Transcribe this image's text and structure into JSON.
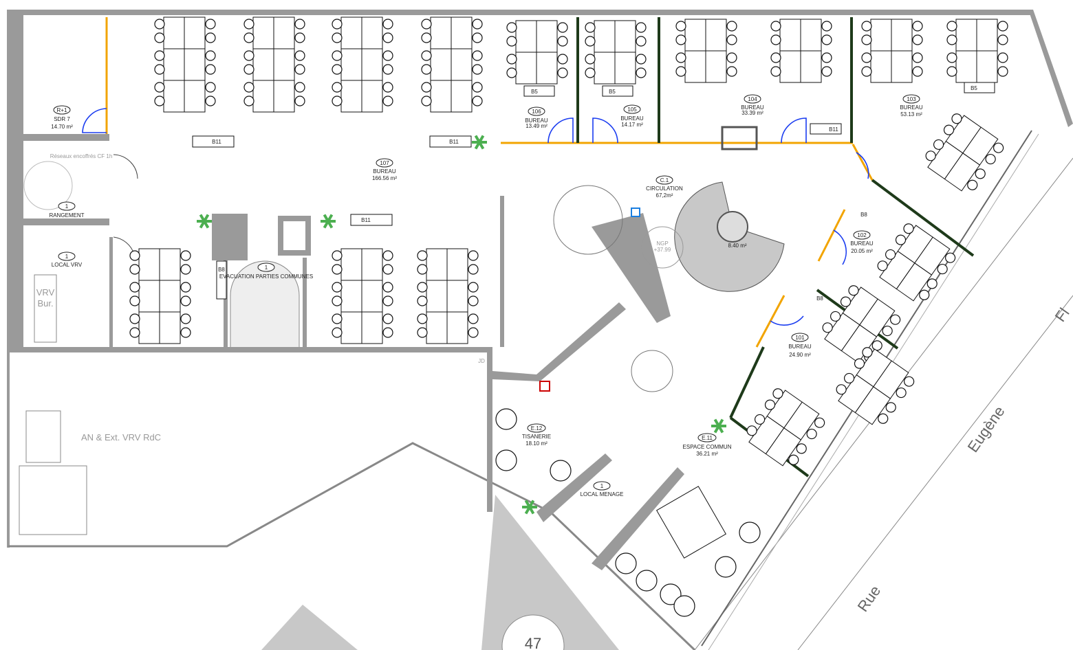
{
  "rooms": {
    "sdr7": {
      "tag": "R+1",
      "name": "SDR 7",
      "area": "14.70 m²"
    },
    "r107": {
      "tag": "107",
      "name": "BUREAU",
      "area": "166.56 m²"
    },
    "r106": {
      "tag": "106",
      "name": "BUREAU",
      "area": "13.49 m²"
    },
    "r105": {
      "tag": "105",
      "name": "BUREAU",
      "area": "14.17 m²"
    },
    "r104": {
      "tag": "104",
      "name": "BUREAU",
      "area": "33.39 m²"
    },
    "r103": {
      "tag": "103",
      "name": "BUREAU",
      "area": "53.13 m²"
    },
    "r102": {
      "tag": "102",
      "name": "BUREAU",
      "area": "20.05 m²"
    },
    "r101": {
      "tag": "101",
      "name": "BUREAU",
      "area": "24.90 m²"
    },
    "c1": {
      "tag": "C.1",
      "name": "CIRCULATION",
      "area": "67,2m²"
    },
    "rangement": {
      "tag": "1",
      "name": "RANGEMENT"
    },
    "local_vrv": {
      "tag": "1",
      "name": "LOCAL VRV"
    },
    "evacuation": {
      "tag": "1",
      "name": "EVACUATION PARTIES COMMUNES"
    },
    "e12": {
      "tag": "E.12",
      "name": "TISANERIE",
      "area": "18.10 m²"
    },
    "e11": {
      "tag": "E.11",
      "name": "ESPACE COMMUN",
      "area": "36.21 m²"
    },
    "menage": {
      "tag": "1",
      "name": "LOCAL MENAGE"
    }
  },
  "annotations": {
    "reseaux": "Réseaux encoffrés CF 1h",
    "vrv_bur_1": "VRV",
    "vrv_bur_2": "Bur.",
    "an_ext": "AN & Ext. VRV RdC",
    "ngp_1": "NGP",
    "ngp_2": "+37.99",
    "stair_area": "8.40 m²",
    "jd": "JD",
    "b11": "B11",
    "b5": "B5",
    "b8": "B8",
    "b8_vertical": "B8",
    "building_number": "47"
  },
  "streets": {
    "rue": "Rue",
    "eugene": "Eugène",
    "fl": "Fl"
  },
  "colors": {
    "wall": "#9a9a9a",
    "door": "#1a3cf0",
    "glazing": "#f2a400",
    "partition": "#1e3a1a",
    "plant": "#4caf50"
  }
}
